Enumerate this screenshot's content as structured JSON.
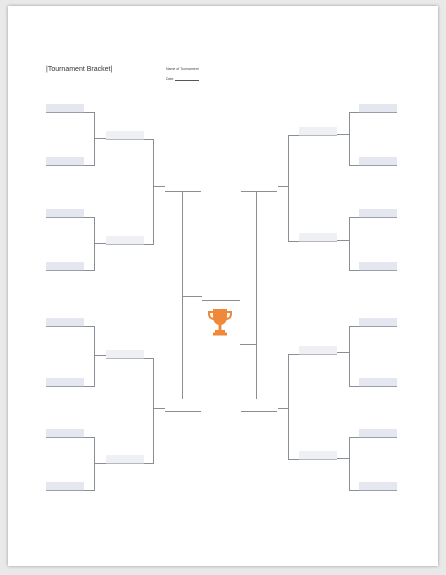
{
  "document": {
    "title": "|Tournament Bracket|",
    "name_label": "Name of Tournament",
    "date_label": "Date"
  },
  "colors": {
    "trophy": "#f0883a",
    "slot_fill": "#e4e7ef",
    "line": "#8a8f96"
  },
  "icons": {
    "trophy": "trophy-icon"
  }
}
